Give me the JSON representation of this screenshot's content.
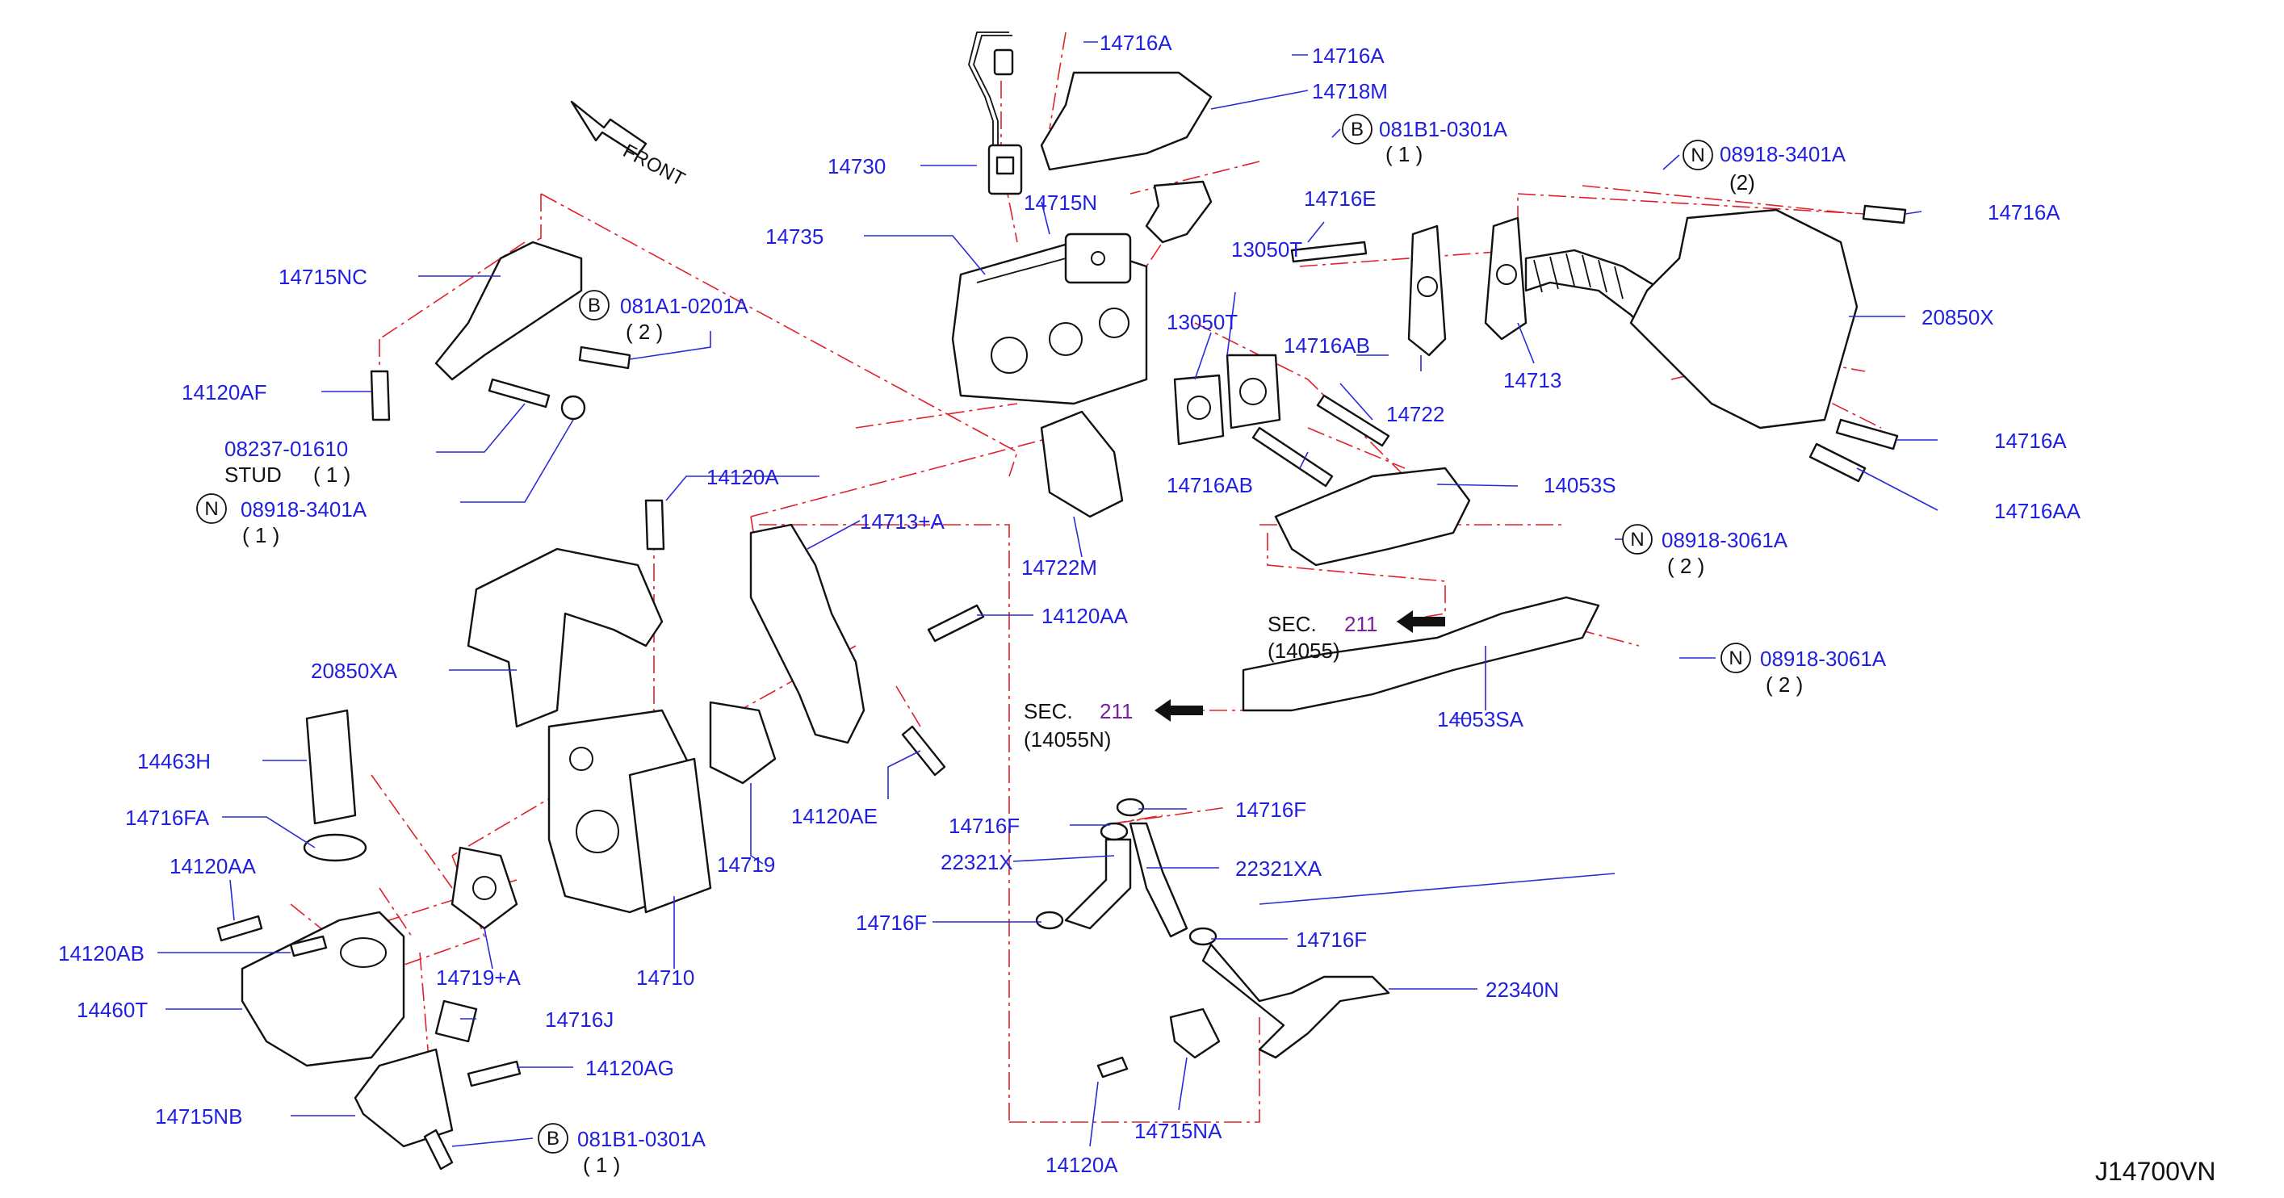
{
  "diagram_code": "J14700VN",
  "front_label": "FRONT",
  "labels": {
    "p14716A_1": "14716A",
    "p14716A_2": "14716A",
    "p14718M": "14718M",
    "p081B1_0301A_top": "081B1-0301A",
    "p081B1_0301A_top_qty": "( 1 )",
    "p14730": "14730",
    "p14715N": "14715N",
    "p14716E": "14716E",
    "p08918_3401A_top": "08918-3401A",
    "p08918_3401A_top_qty": "(2)",
    "p14716A_3": "14716A",
    "p14735": "14735",
    "p13050T_1": "13050T",
    "p13050T_2": "13050T",
    "p20850X": "20850X",
    "p14715NC": "14715NC",
    "p081A1_0201A": "081A1-0201A",
    "p081A1_0201A_qty": "( 2 )",
    "p14716AB_1": "14716AB",
    "p14713": "14713",
    "p14722": "14722",
    "p14120AF": "14120AF",
    "p14716A_4": "14716A",
    "p08237_01610": "08237-01610",
    "stud": "STUD",
    "stud_qty": "( 1 )",
    "p14716AB_2": "14716AB",
    "p14053S": "14053S",
    "p14716AA": "14716AA",
    "p08918_3401A_left": "08918-3401A",
    "p08918_3401A_left_qty": "( 1 )",
    "p14120A_1": "14120A",
    "p14713A": "14713+A",
    "p14722M": "14722M",
    "p08918_3061A_1": "08918-3061A",
    "p08918_3061A_1_qty": "( 2 )",
    "sec_211_1": "SEC.",
    "sec_211_1_num": "211",
    "sec_211_1_ref": "(14055)",
    "p14120AA_1": "14120AA",
    "p20850XA": "20850XA",
    "p08918_3061A_2": "08918-3061A",
    "p08918_3061A_2_qty": "( 2 )",
    "sec_211_2": "SEC.",
    "sec_211_2_num": "211",
    "sec_211_2_ref": "(14055N)",
    "p14053SA": "14053SA",
    "p14463H": "14463H",
    "p14120AE": "14120AE",
    "p14716FA": "14716FA",
    "p14716F_1": "14716F",
    "p14716F_2": "14716F",
    "p14719": "14719",
    "p22321X": "22321X",
    "p22321XA": "22321XA",
    "p14120AA_2": "14120AA",
    "p14716F_3": "14716F",
    "p14716F_4": "14716F",
    "p14120AB": "14120AB",
    "p14719A": "14719+A",
    "p14710": "14710",
    "p22340N": "22340N",
    "p14460T": "14460T",
    "p14716J": "14716J",
    "p14120AG": "14120AG",
    "p14715NA": "14715NA",
    "p14715NB": "14715NB",
    "p081B1_0301A_bottom": "081B1-0301A",
    "p081B1_0301A_bottom_qty": "( 1 )",
    "p14120A_2": "14120A"
  },
  "callout_symbols": {
    "bolt": "B",
    "nut": "N"
  },
  "colors": {
    "label": "#1f1fe0",
    "leader": "#2a2ad6",
    "phantom_line": "#e0202a",
    "section_number": "#7a1fa0",
    "outline": "#111111"
  }
}
